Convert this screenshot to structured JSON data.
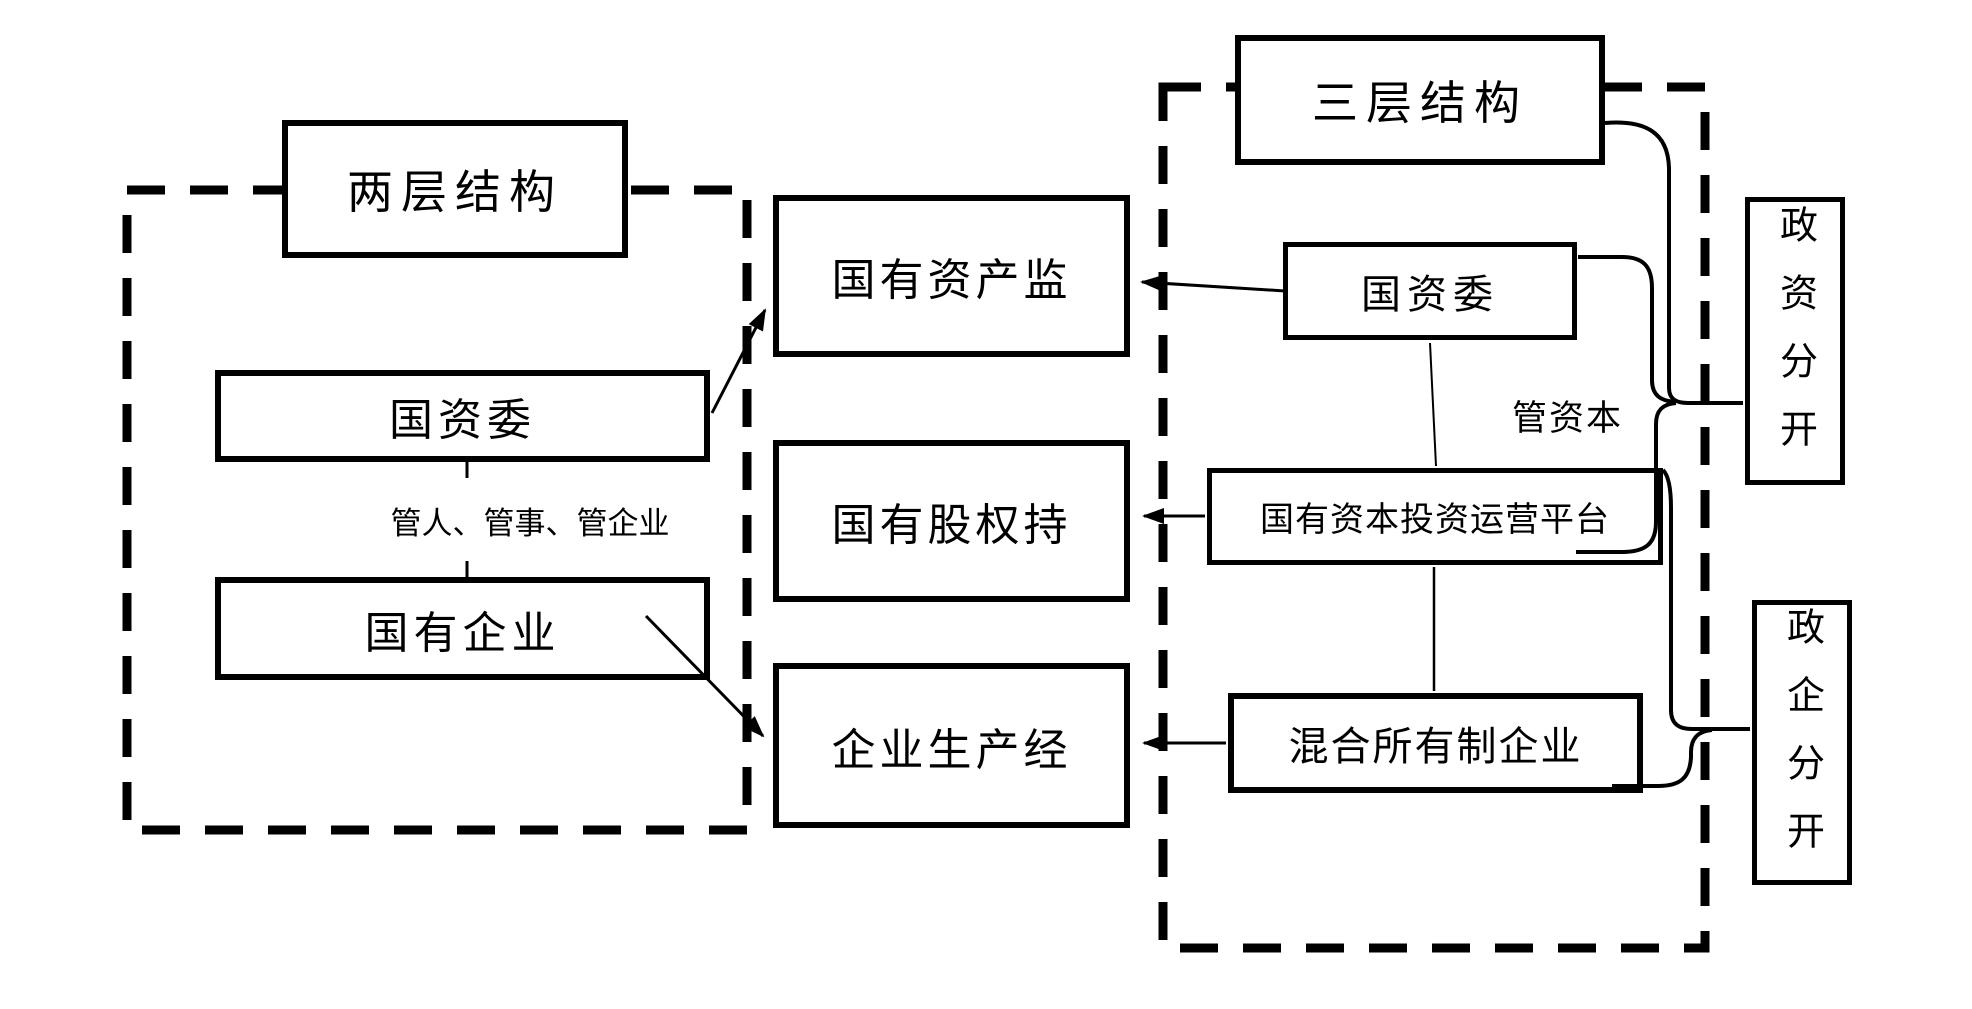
{
  "diagram": {
    "background": "#ffffff",
    "line_color": "#000000",
    "left_group": {
      "title": "两层结构",
      "nodes": [
        {
          "label": "国资委"
        },
        {
          "label": "国有企业"
        }
      ],
      "relation_label": "管人、管事、管企业"
    },
    "middle_nodes": [
      {
        "label": "国有资产监"
      },
      {
        "label": "国有股权持"
      },
      {
        "label": "企业生产经"
      }
    ],
    "right_group": {
      "title": "三层结构",
      "nodes": [
        {
          "label": "国资委"
        },
        {
          "label": "国有资本投资运营平台"
        },
        {
          "label": "混合所有制企业"
        }
      ],
      "relation_label": "管资本"
    },
    "principle_nodes": [
      {
        "label": "政资分开"
      },
      {
        "label": "政企分开"
      }
    ]
  }
}
